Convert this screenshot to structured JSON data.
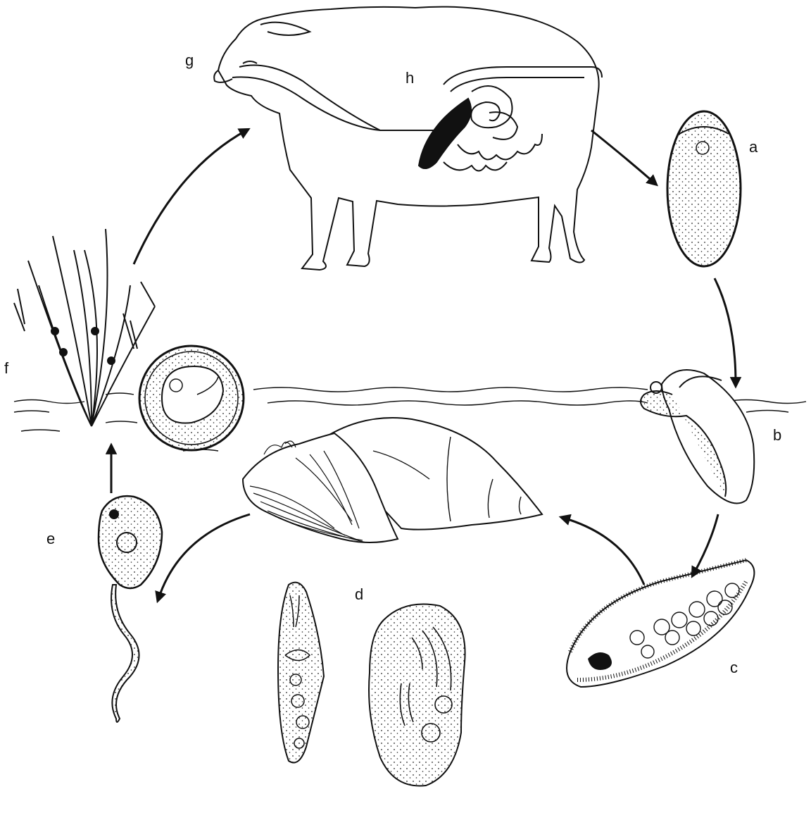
{
  "colors": {
    "ink": "#111111",
    "paper": "#ffffff"
  },
  "labels": {
    "a": "a",
    "b": "b",
    "c": "c",
    "d": "d",
    "e": "e",
    "f": "f",
    "g": "g",
    "h": "h"
  },
  "stages": [
    {
      "label": "a",
      "icon": "egg-icon"
    },
    {
      "label": "b",
      "icon": "hatching-miracidium-icon"
    },
    {
      "label": "c",
      "icon": "ciliated-miracidium-icon"
    },
    {
      "label": "d",
      "icon": "snail-and-rediae-icon"
    },
    {
      "label": "e",
      "icon": "cercaria-icon"
    },
    {
      "label": "f",
      "icon": "grass-and-metacercaria-icon"
    },
    {
      "label": "g",
      "icon": "sheep-host-icon"
    },
    {
      "label": "h",
      "icon": "liver-and-gut-icon"
    }
  ]
}
